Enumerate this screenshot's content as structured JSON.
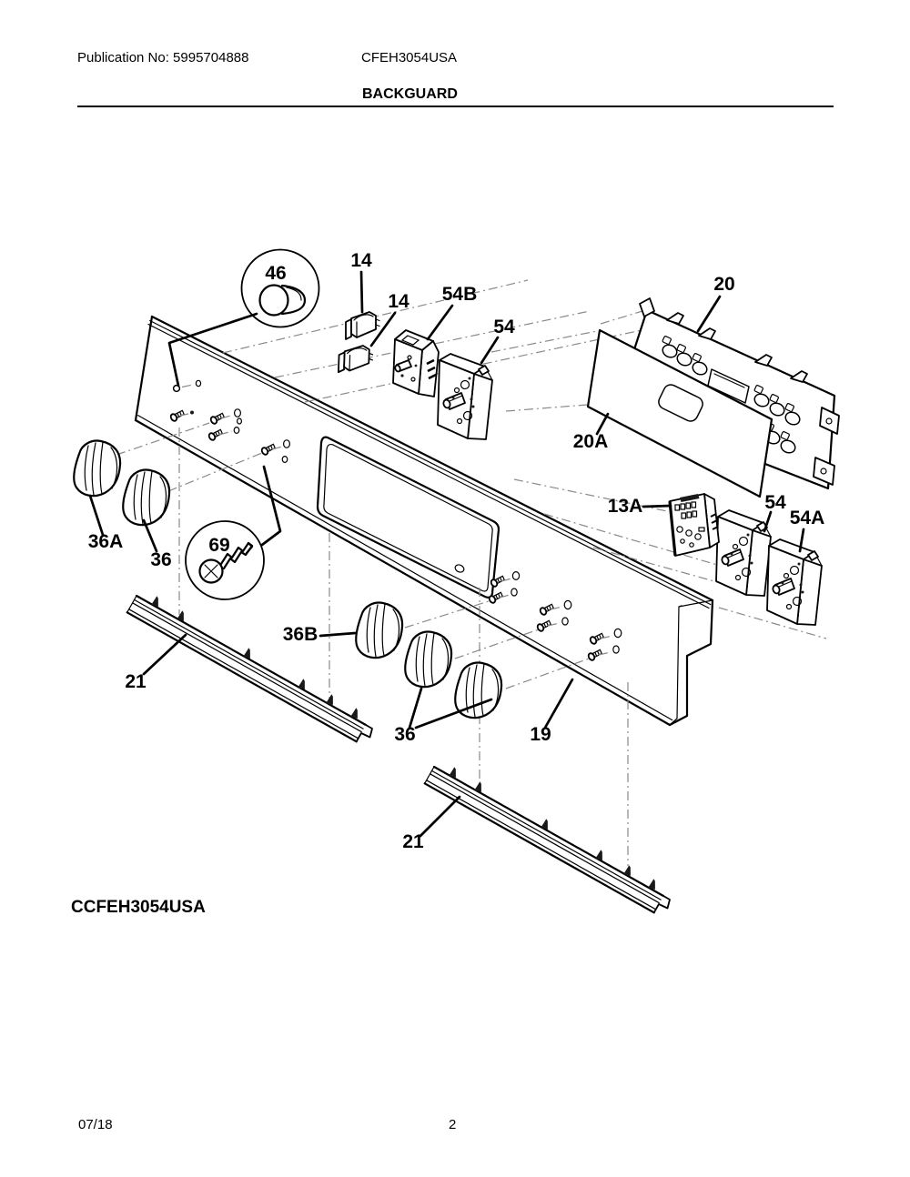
{
  "page": {
    "background": "#ffffff",
    "line_color": "#000000",
    "dash_line_color": "#8a8a8a"
  },
  "header": {
    "publication_label": "Publication No: 5995704888",
    "model_number": "CFEH3054USA",
    "section_title": "BACKGUARD"
  },
  "diagram": {
    "model_variant_label": "CCFEH3054USA",
    "callouts": [
      {
        "label": "46"
      },
      {
        "label": "14"
      },
      {
        "label": "14"
      },
      {
        "label": "54B"
      },
      {
        "label": "54"
      },
      {
        "label": "20"
      },
      {
        "label": "20A"
      },
      {
        "label": "13A"
      },
      {
        "label": "54"
      },
      {
        "label": "54A"
      },
      {
        "label": "36A"
      },
      {
        "label": "36"
      },
      {
        "label": "69"
      },
      {
        "label": "36B"
      },
      {
        "label": "21"
      },
      {
        "label": "36"
      },
      {
        "label": "19"
      },
      {
        "label": "21"
      }
    ]
  },
  "footer": {
    "date": "07/18",
    "page_number": "2"
  }
}
